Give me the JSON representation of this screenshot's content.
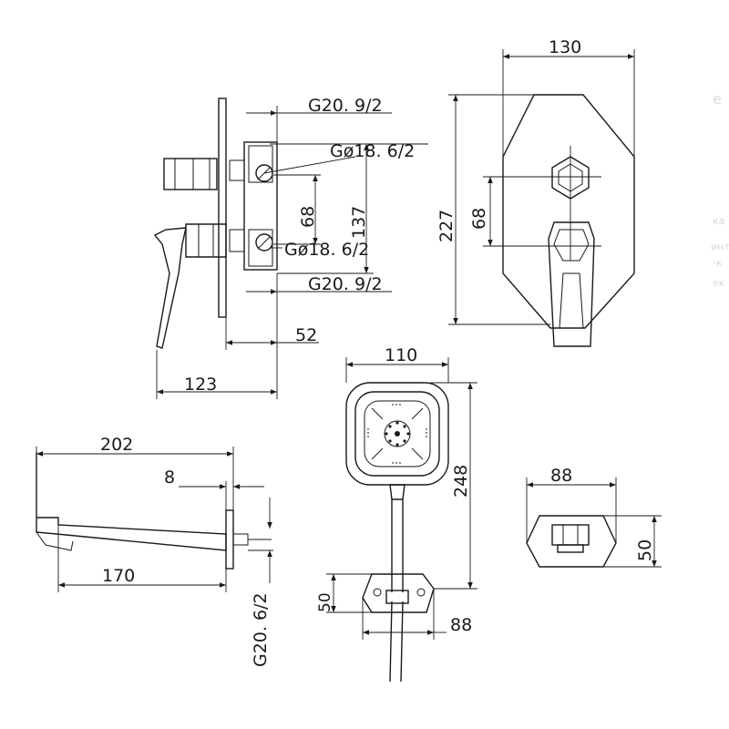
{
  "side_view": {
    "thread_top_outer": "G20. 9/2",
    "thread_top_inner": "Gø18. 6/2",
    "thread_bottom_inner": "Gø18. 6/2",
    "thread_bottom_outer": "G20. 9/2",
    "dim_spacing": "68",
    "dim_height": "137",
    "dim_depth": "52",
    "dim_total_depth": "123"
  },
  "front_plate": {
    "dim_width": "130",
    "dim_height": "227",
    "dim_spacing": "68"
  },
  "spout": {
    "dim_length": "202",
    "dim_offset": "8",
    "dim_projection": "170",
    "thread": "G20. 6/2"
  },
  "hand_shower": {
    "dim_width": "110",
    "dim_height": "248",
    "bracket_height": "50",
    "bracket_width": "88"
  },
  "holder": {
    "dim_width": "88",
    "dim_height": "50"
  },
  "watermark": {
    "line1": "e",
    "line2": "ка",
    "line3": "инт",
    "line4": "-к",
    "line5": "ек"
  }
}
